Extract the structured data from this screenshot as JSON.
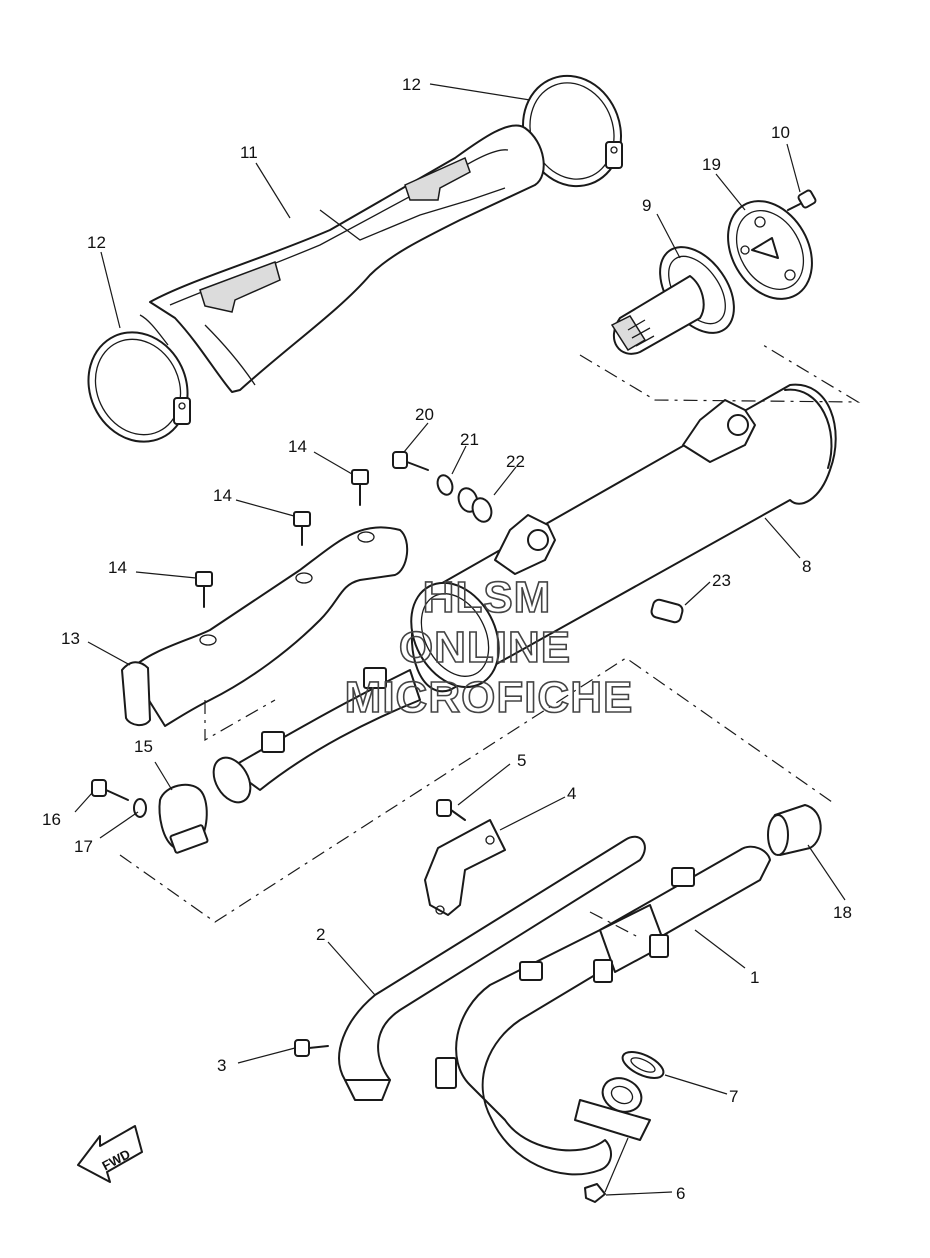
{
  "watermark": [
    "HLSM",
    "ONLINE",
    "MICROFICHE"
  ],
  "fwd_label": "FWD",
  "callouts": [
    "1",
    "2",
    "3",
    "4",
    "5",
    "6",
    "7",
    "8",
    "9",
    "10",
    "11",
    "12",
    "12",
    "13",
    "14",
    "14",
    "14",
    "15",
    "16",
    "17",
    "18",
    "19",
    "20",
    "21",
    "22",
    "23"
  ]
}
